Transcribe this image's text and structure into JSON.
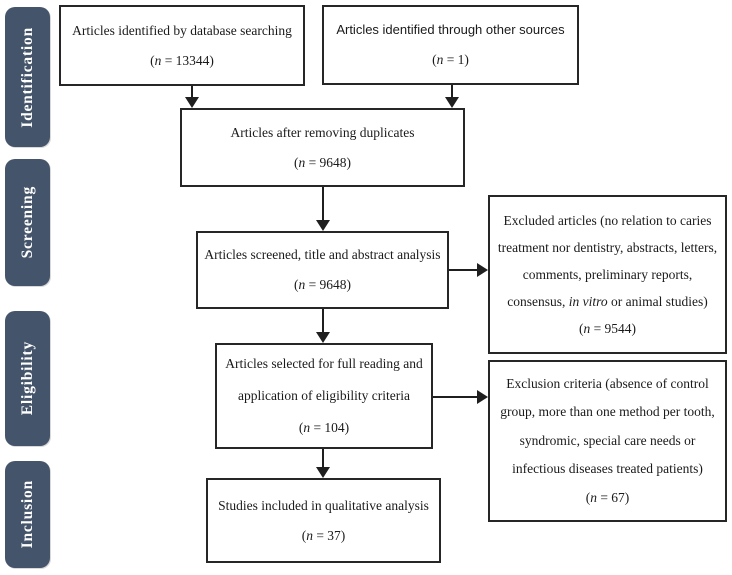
{
  "diagram": {
    "type": "prisma-flow",
    "stages": [
      {
        "id": "identification",
        "label": "Identification"
      },
      {
        "id": "screening",
        "label": "Screening"
      },
      {
        "id": "eligibility",
        "label": "Eligibility"
      },
      {
        "id": "inclusion",
        "label": "Inclusion"
      }
    ],
    "boxes": {
      "identified_database": {
        "n": 13344,
        "lines": [
          "Articles identified by database searching",
          "(*n* = 13344)"
        ]
      },
      "identified_other": {
        "n": 1,
        "lines": [
          "Articles identified through other sources",
          "(*n* = 1)"
        ]
      },
      "after_duplicates": {
        "n": 9648,
        "lines": [
          "Articles after removing duplicates",
          "(*n* = 9648)"
        ]
      },
      "screened": {
        "n": 9648,
        "lines": [
          "Articles screened, title and abstract analysis",
          "(*n* = 9648)"
        ]
      },
      "excluded": {
        "n": 9544,
        "lines": [
          "Excluded articles (no relation to caries",
          "treatment nor dentistry, abstracts, letters,",
          "comments, preliminary reports,",
          "consensus, *in vitro* or animal studies)",
          "(*n* = 9544)"
        ]
      },
      "full_reading": {
        "n": 104,
        "lines": [
          "Articles selected for full reading and",
          "application of eligibility criteria",
          "(*n* = 104)"
        ]
      },
      "exclusion_criteria": {
        "n": 67,
        "lines": [
          "Exclusion criteria (absence of control",
          "group, more than one method per tooth,",
          "syndromic, special care needs or",
          "infectious diseases treated patients)",
          "(*n* = 67)"
        ]
      },
      "included": {
        "n": 37,
        "lines": [
          "Studies included in qualitative analysis",
          "(*n* = 37)"
        ]
      }
    },
    "colors": {
      "stage_bg": "#44546A",
      "stage_text": "#ffffff",
      "box_border": "#262626",
      "arrow": "#1f1f1f"
    }
  }
}
